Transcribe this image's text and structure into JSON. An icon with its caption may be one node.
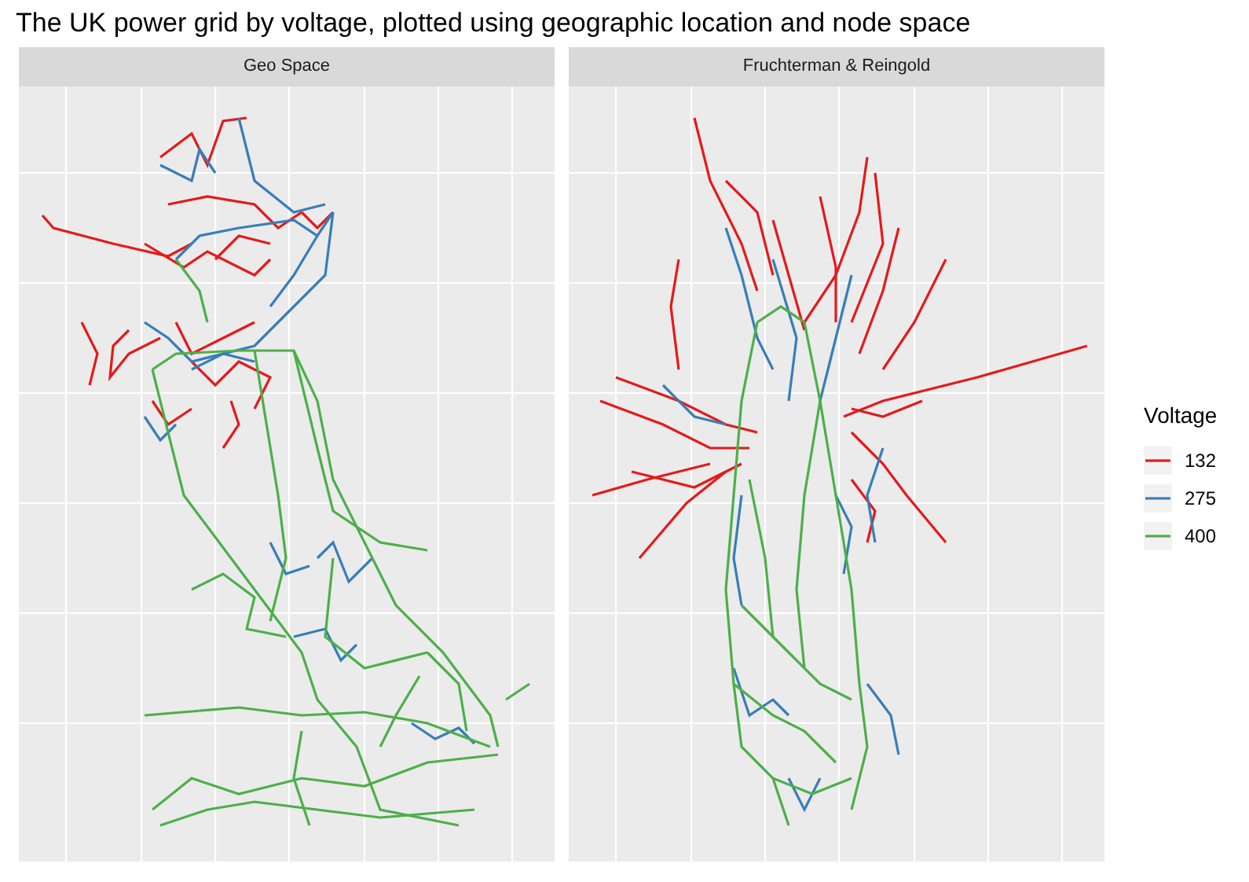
{
  "diagram": {
    "title": "The UK power grid by voltage, plotted using geographic location and node space",
    "nodes": [
      {
        "text": [
          "Geo Space"
        ]
      },
      {
        "text": [
          "Fruchterman & Reingold"
        ]
      }
    ],
    "labels": [
      "Voltage"
    ],
    "legend": [
      {
        "text": "132"
      },
      {
        "text": "275"
      },
      {
        "text": "400"
      }
    ]
  }
}
